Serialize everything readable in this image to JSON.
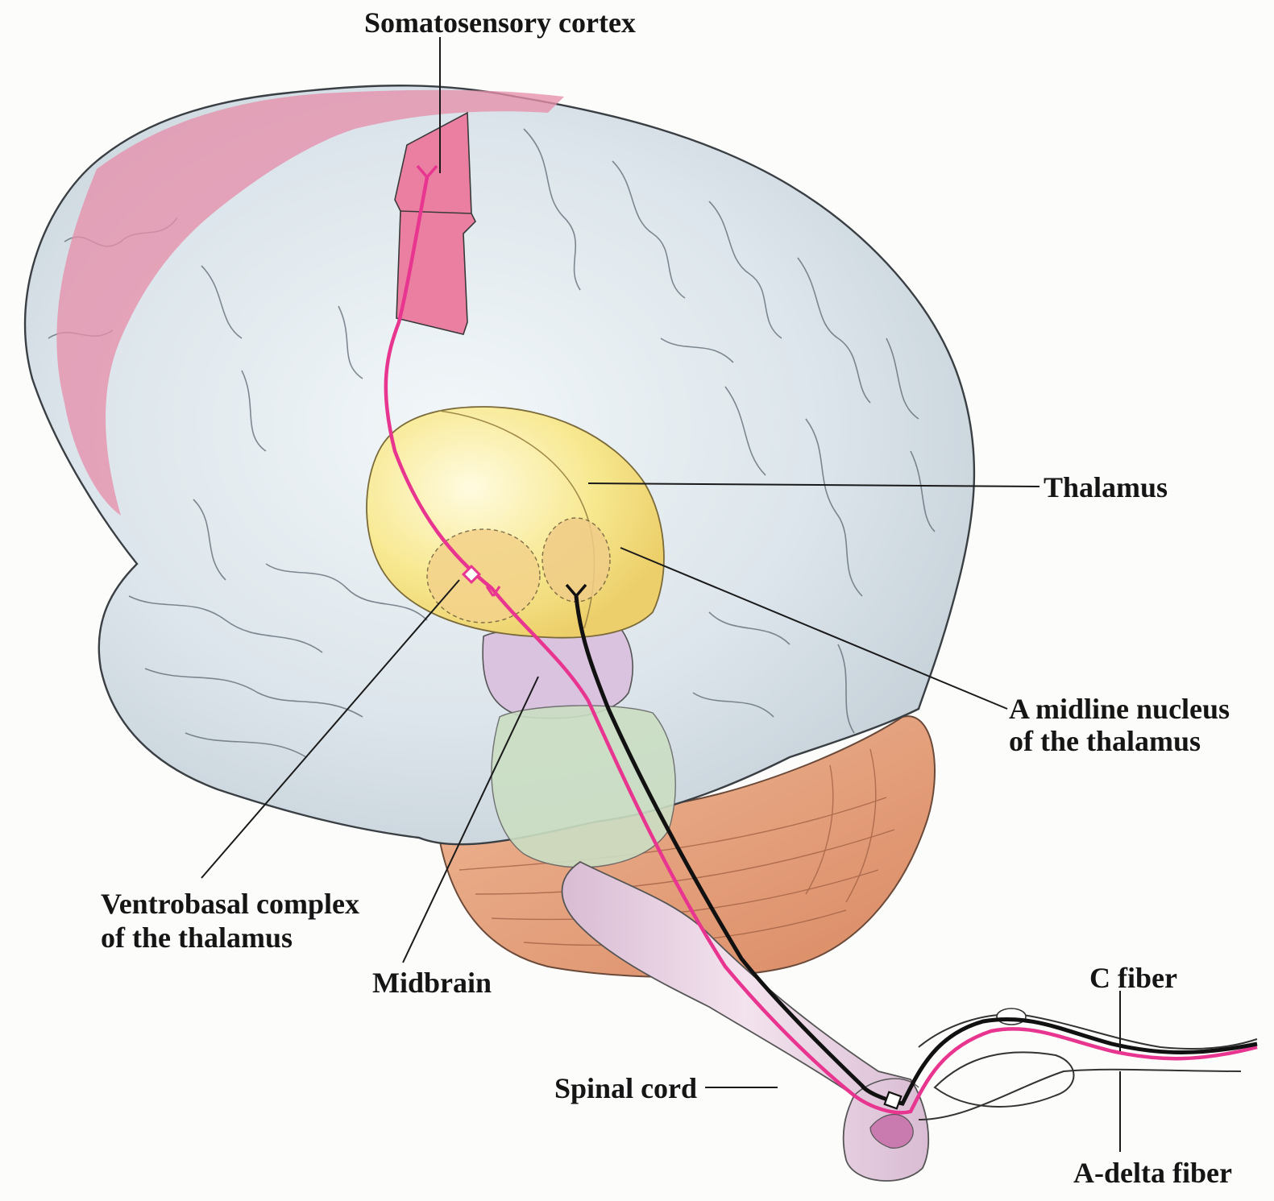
{
  "labels": {
    "somatosensory_cortex": "Somatosensory cortex",
    "thalamus": "Thalamus",
    "midline_nucleus_line1": "A midline nucleus",
    "midline_nucleus_line2": "of the thalamus",
    "ventrobasal_line1": "Ventrobasal complex",
    "ventrobasal_line2": "of the thalamus",
    "midbrain": "Midbrain",
    "spinal_cord": "Spinal cord",
    "c_fiber": "C fiber",
    "a_delta_fiber": "A-delta fiber"
  },
  "colors": {
    "background": "#fcfcfa",
    "brain": "#dde6ec",
    "somatosensory_strip": "#e58fa8",
    "thalamus": "#f6e58a",
    "midbrain": "#d9c3df",
    "pons": "#c9dcc2",
    "cerebellum": "#e7a07c",
    "spinal_cord": "#e9cbe0",
    "a_delta_pathway": "#e8358f",
    "c_fiber_pathway": "#111111",
    "leader_line": "#1a1a1a"
  }
}
